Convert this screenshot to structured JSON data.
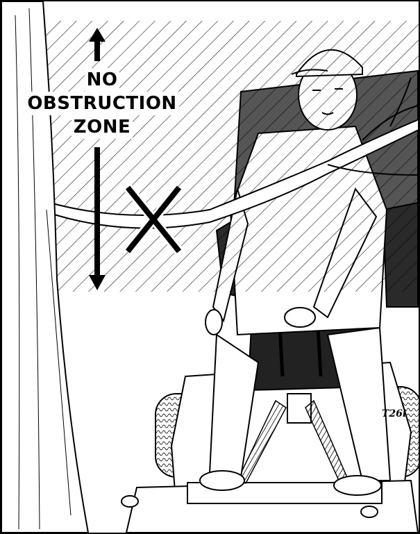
{
  "zone_label": {
    "line1": "NO",
    "line2": "OBSTRUCTION",
    "line3": "ZONE"
  },
  "mower_model": "T26i",
  "colors": {
    "line": "#000000",
    "background": "#ffffff",
    "hatch": "#000000",
    "seat": "#555555"
  },
  "icons": [
    "up-arrow-icon",
    "down-arrow-icon",
    "x-mark-icon"
  ]
}
